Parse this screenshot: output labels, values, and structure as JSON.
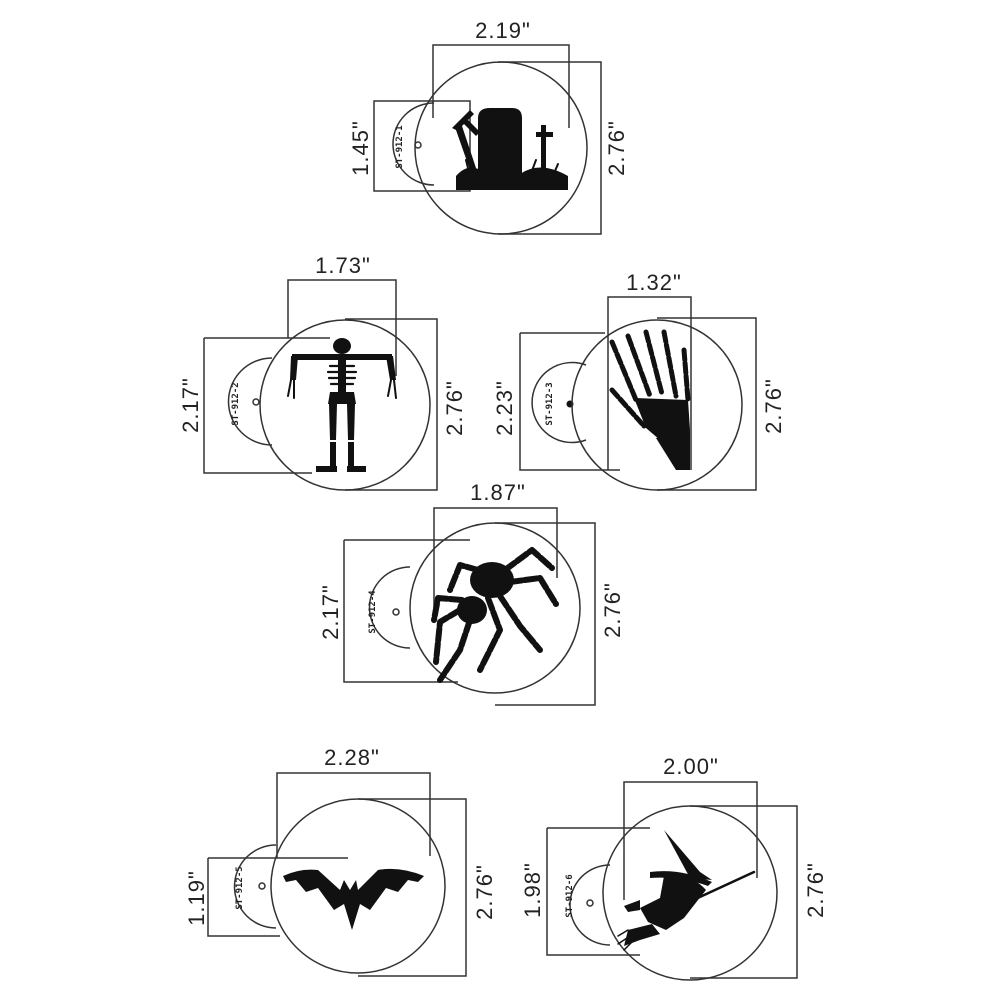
{
  "stencils": [
    {
      "code": "ST-912-1",
      "width_label": "2.19\"",
      "height_label": "1.45\"",
      "diameter_label": "2.76\"",
      "design_icon": "graveyard-icon"
    },
    {
      "code": "ST-912-2",
      "width_label": "1.73\"",
      "height_label": "2.17\"",
      "diameter_label": "2.76\"",
      "design_icon": "skeleton-icon"
    },
    {
      "code": "ST-912-3",
      "width_label": "1.32\"",
      "height_label": "2.23\"",
      "diameter_label": "2.76\"",
      "design_icon": "skeleton-hand-icon"
    },
    {
      "code": "ST-912-4",
      "width_label": "1.87\"",
      "height_label": "2.17\"",
      "diameter_label": "2.76\"",
      "design_icon": "spider-icon"
    },
    {
      "code": "ST-912-5",
      "width_label": "2.28\"",
      "height_label": "1.19\"",
      "diameter_label": "2.76\"",
      "design_icon": "bat-icon"
    },
    {
      "code": "ST-912-6",
      "width_label": "2.00\"",
      "height_label": "1.98\"",
      "diameter_label": "2.76\"",
      "design_icon": "witch-icon"
    }
  ],
  "colors": {
    "line": "#333333",
    "ink": "#111111",
    "background": "#ffffff"
  }
}
